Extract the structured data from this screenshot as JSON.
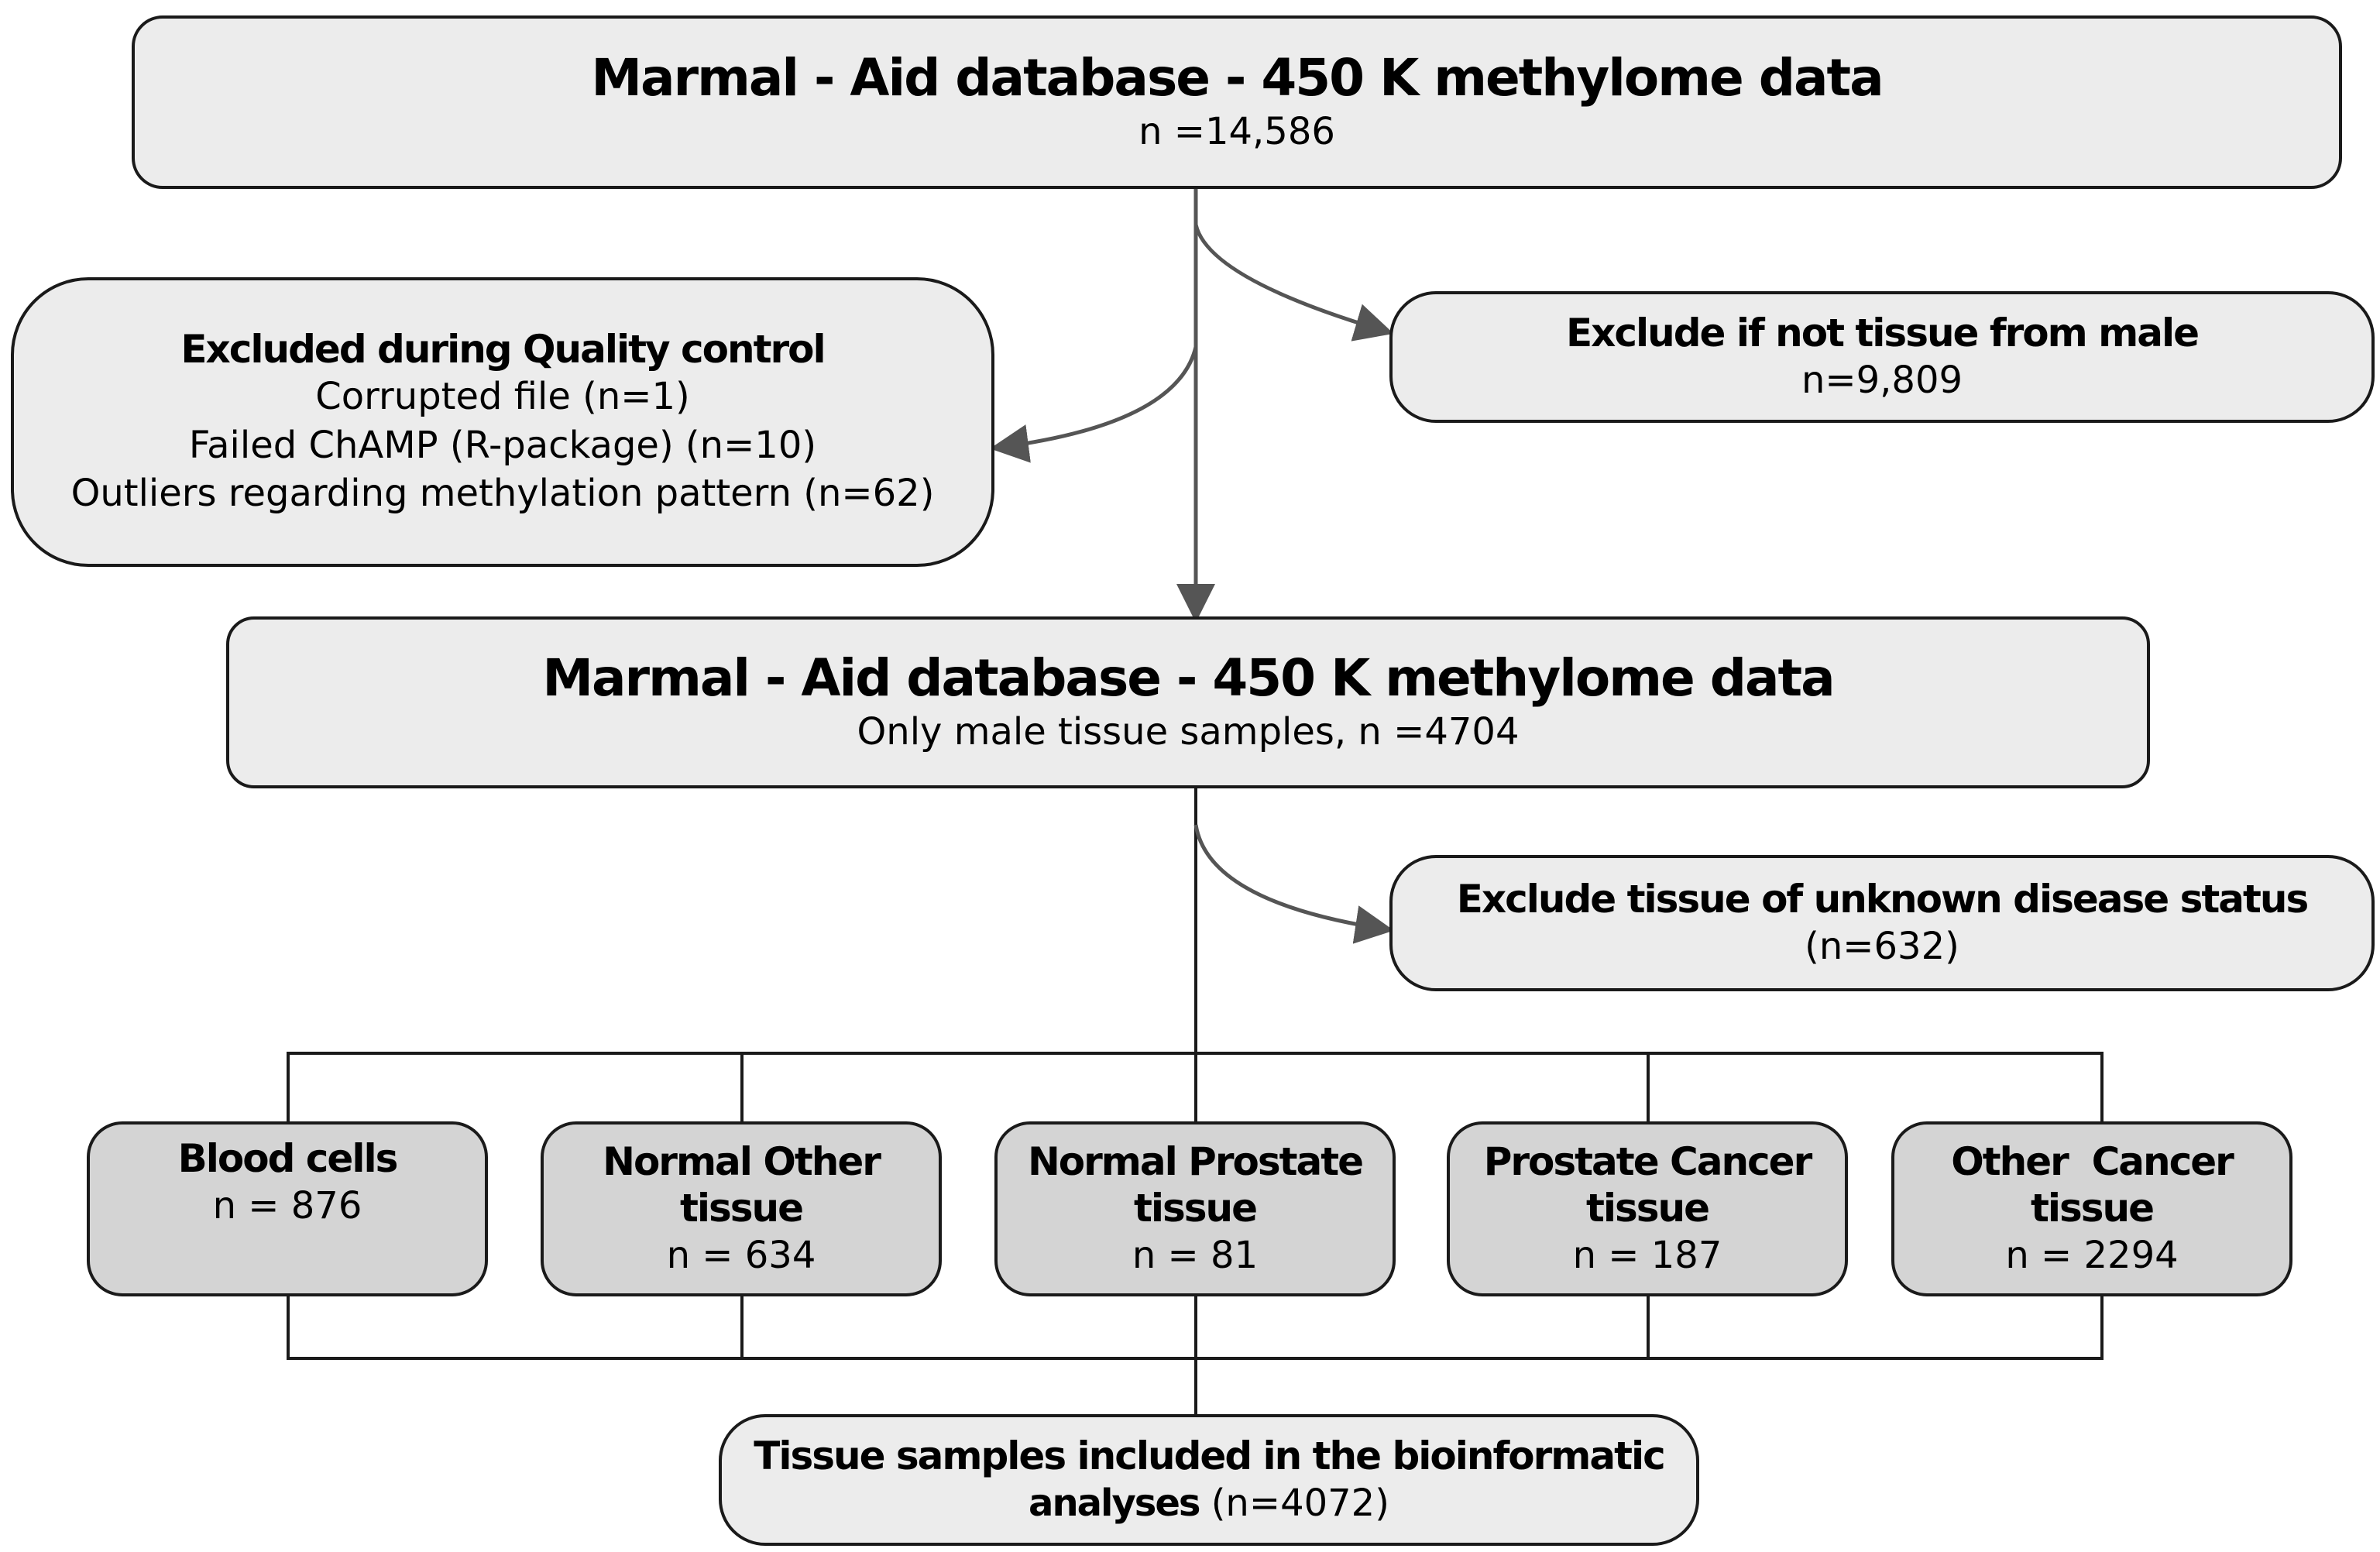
{
  "top_box": {
    "title": "Marmal - Aid database - 450 K methylome data",
    "count": "n =14,586"
  },
  "qc_box": {
    "title": "Excluded during Quality control",
    "lines": [
      "Corrupted file (n=1)",
      "Failed ChAMP (R-package) (n=10)",
      "Outliers regarding methylation pattern (n=62)"
    ]
  },
  "male_excl_box": {
    "title": "Exclude if not tissue from male",
    "count": "n=9,809"
  },
  "mid_box": {
    "title": "Marmal - Aid database - 450 K methylome data",
    "subtitle": "Only male tissue samples, n =4704"
  },
  "unknown_box": {
    "title": "Exclude tissue of unknown disease status",
    "count": "(n=632)"
  },
  "categories": [
    {
      "line1": "Blood cells",
      "line2": "",
      "count": "n = 876"
    },
    {
      "line1": "Normal Other",
      "line2": "tissue",
      "count": "n = 634"
    },
    {
      "line1": "Normal Prostate",
      "line2": "tissue",
      "count": "n = 81"
    },
    {
      "line1": "Prostate Cancer",
      "line2": "tissue",
      "count": "n = 187"
    },
    {
      "line1": "Other  Cancer",
      "line2": "tissue",
      "count": "n = 2294"
    }
  ],
  "final_box": {
    "line1": "Tissue samples included in the bioinformatic",
    "line2_bold": "analyses",
    "line2_rest": " (n=4072)"
  },
  "colors": {
    "box_fill": "#ececec",
    "category_fill": "#d4d4d4",
    "border": "#1a1a1a",
    "arrow": "#555555"
  }
}
